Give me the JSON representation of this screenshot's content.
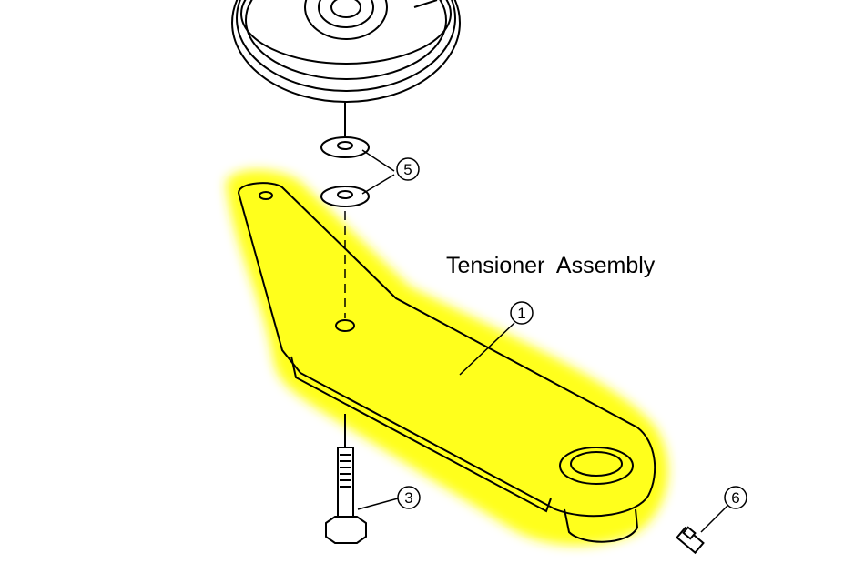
{
  "title": "Tensioner  Assembly",
  "callouts": {
    "arm": "1",
    "bolt": "3",
    "washers": "5",
    "grease_fitting": "6"
  },
  "colors": {
    "highlight": "#ffff1a",
    "line": "#000000"
  }
}
